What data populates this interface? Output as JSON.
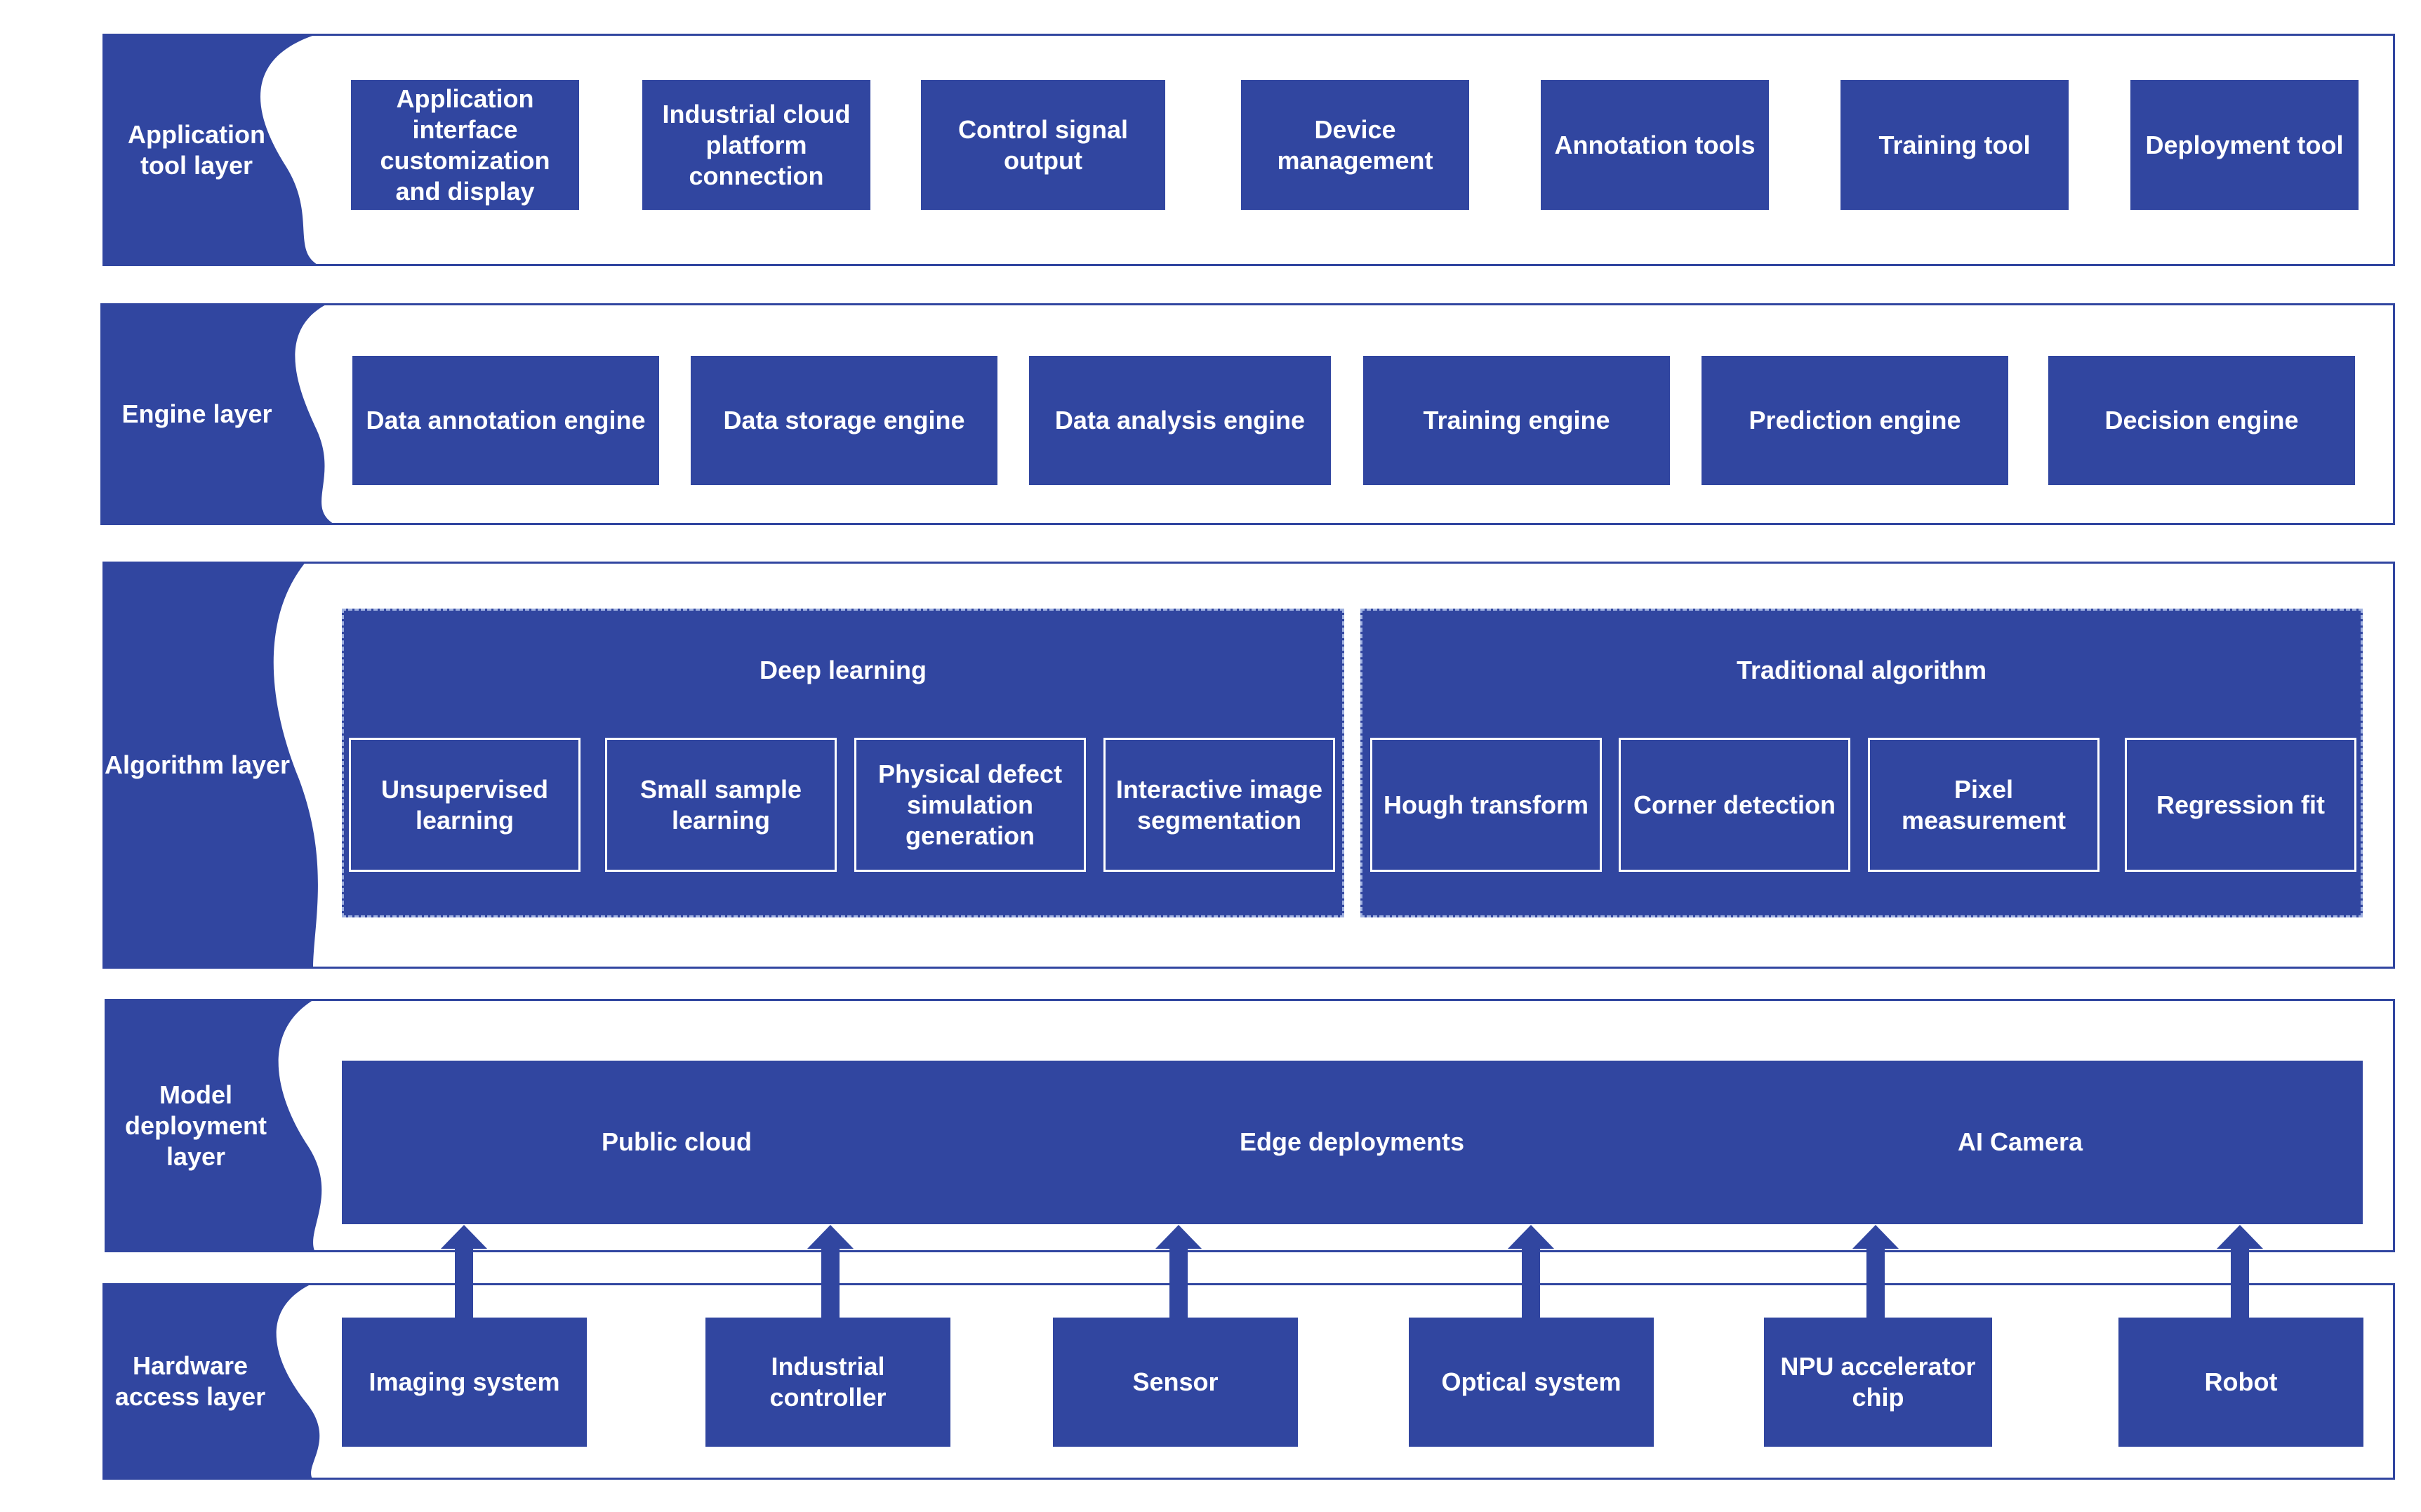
{
  "colors": {
    "primary": "#3146a0",
    "text": "#ffffff",
    "panel_border": "#3146a0",
    "dashed_border": "#9fb0e0"
  },
  "layers": {
    "application": {
      "label": "Application tool layer",
      "items": [
        "Application interface customization and display",
        "Industrial cloud platform connection",
        "Control signal output",
        "Device management",
        "Annotation tools",
        "Training tool",
        "Deployment tool"
      ]
    },
    "engine": {
      "label": "Engine layer",
      "items": [
        "Data annotation engine",
        "Data storage engine",
        "Data analysis engine",
        "Training engine",
        "Prediction engine",
        "Decision engine"
      ]
    },
    "algorithm": {
      "label": "Algorithm layer",
      "groups": [
        {
          "title": "Deep learning",
          "items": [
            "Unsupervised learning",
            "Small sample learning",
            "Physical defect simulation generation",
            "Interactive image segmentation"
          ]
        },
        {
          "title": "Traditional algorithm",
          "items": [
            "Hough transform",
            "Corner detection",
            "Pixel measurement",
            "Regression fit"
          ]
        }
      ]
    },
    "deployment": {
      "label": "Model deployment layer",
      "items": [
        "Public cloud",
        "Edge deployments",
        "AI Camera"
      ]
    },
    "hardware": {
      "label": "Hardware access layer",
      "items": [
        "Imaging system",
        "Industrial controller",
        "Sensor",
        "Optical system",
        "NPU accelerator chip",
        "Robot"
      ]
    }
  }
}
